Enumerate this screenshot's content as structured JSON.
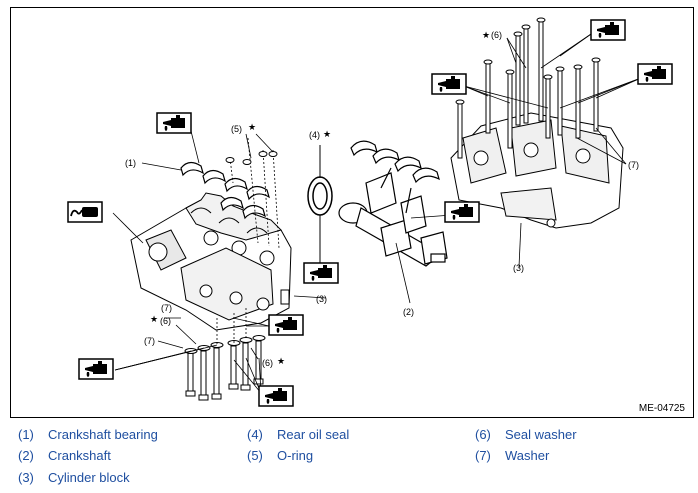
{
  "figure": {
    "id": "ME-04725",
    "callouts": {
      "c1": "(1)",
      "c2": "(2)",
      "c3a": "(3)",
      "c3b": "(3)",
      "c4": "(4)",
      "c5": "(5)",
      "c6a": "(6)",
      "c6b": "(6)",
      "c6c": "(6)",
      "c7a": "(7)",
      "c7b": "(7)",
      "c7c": "(7)"
    },
    "star": "★"
  },
  "legend": [
    {
      "num": "(1)",
      "label": "Crankshaft bearing"
    },
    {
      "num": "(2)",
      "label": "Crankshaft"
    },
    {
      "num": "(3)",
      "label": "Cylinder block"
    },
    {
      "num": "(4)",
      "label": "Rear oil seal"
    },
    {
      "num": "(5)",
      "label": "O-ring"
    },
    {
      "num": "(6)",
      "label": "Seal washer"
    },
    {
      "num": "(7)",
      "label": "Washer"
    }
  ],
  "icons": [
    "oil-can-icon",
    "liquid-gasket-icon"
  ]
}
